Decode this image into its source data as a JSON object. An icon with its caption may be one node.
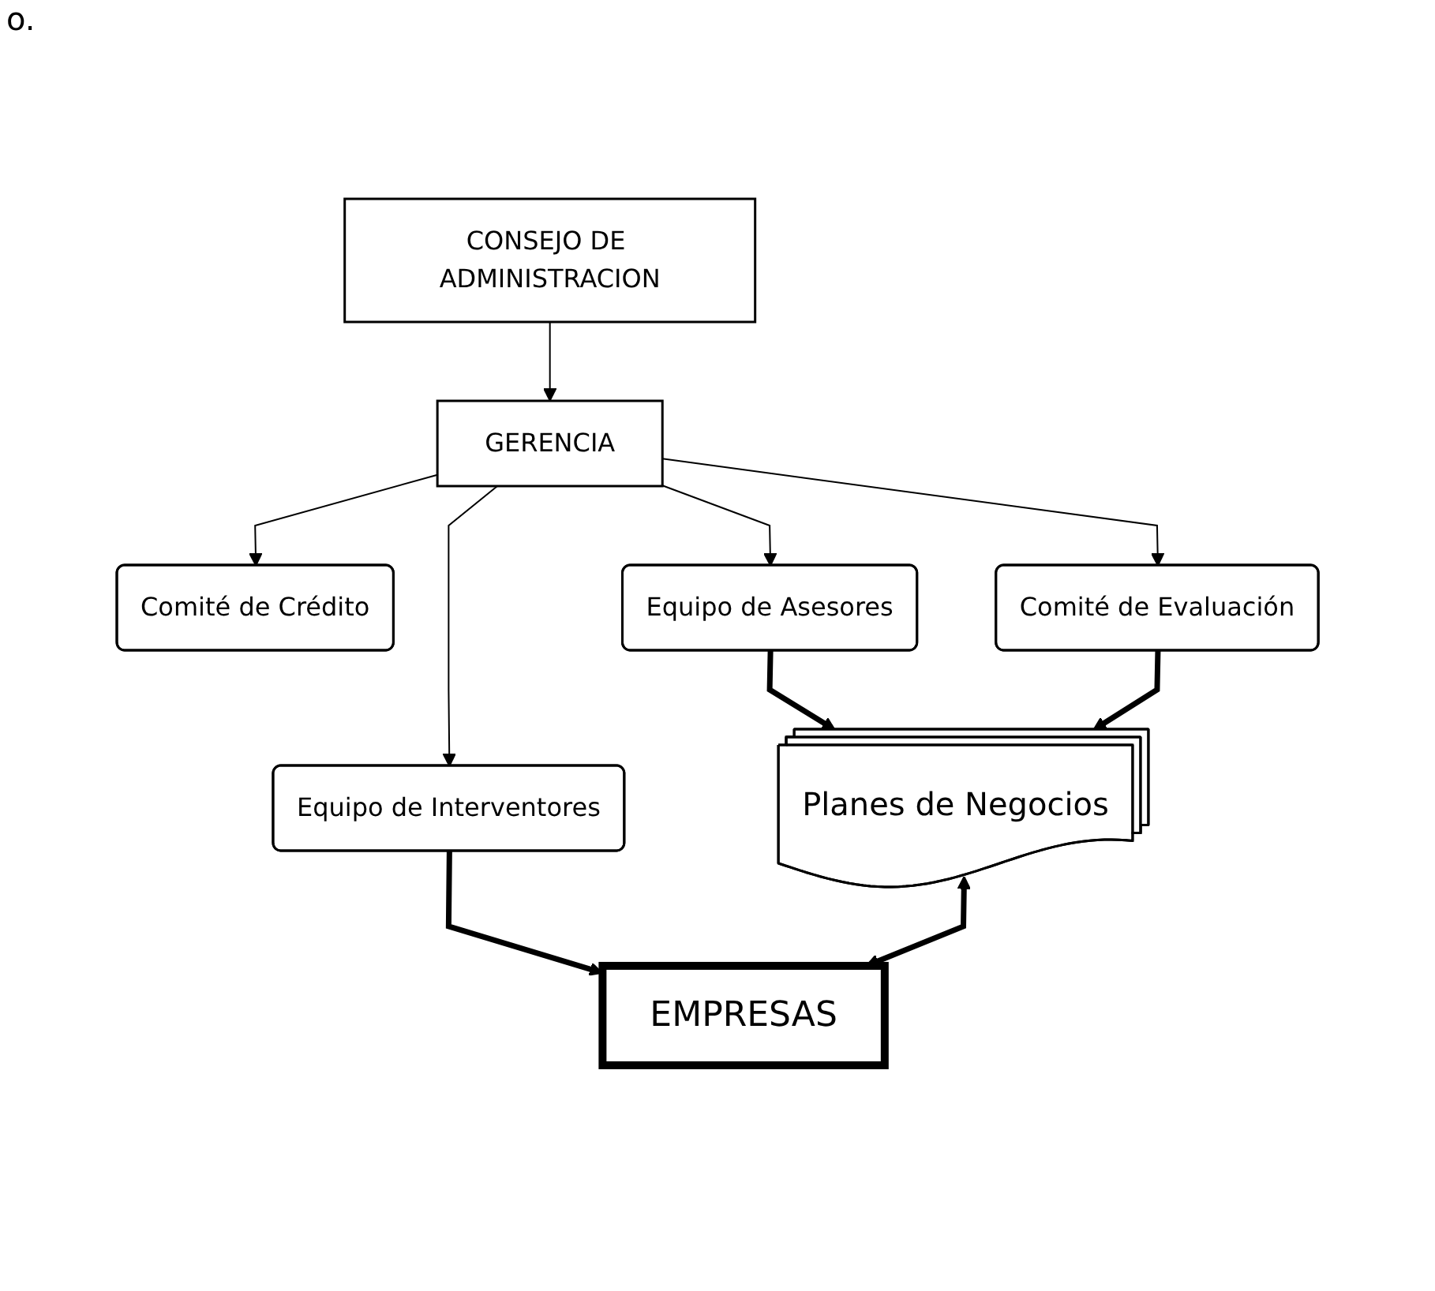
{
  "diagram": {
    "nodes": [
      {
        "text": [
          "CONSEJO DE ADMINISTRACION"
        ]
      },
      {
        "text": [
          "GERENCIA"
        ]
      },
      {
        "text": [
          "Comité de Crédito"
        ]
      },
      {
        "text": [
          "Equipo de Asesores"
        ]
      },
      {
        "text": [
          "Comité de Evaluación"
        ]
      },
      {
        "text": [
          "Equipo de Interventores"
        ]
      },
      {
        "text": [
          "Planes de Negocios"
        ]
      },
      {
        "text": [
          "EMPRESAS"
        ]
      }
    ],
    "edges": [
      {
        "from": 0,
        "to": 1,
        "arrow": "to"
      },
      {
        "from": 1,
        "to": 2,
        "arrow": "to"
      },
      {
        "from": 1,
        "to": 3,
        "arrow": "to"
      },
      {
        "from": 1,
        "to": 4,
        "arrow": "to"
      },
      {
        "from": 1,
        "to": 5,
        "arrow": "to"
      },
      {
        "from": 3,
        "to": 6,
        "arrow": "to",
        "style": "thick"
      },
      {
        "from": 4,
        "to": 6,
        "arrow": "to",
        "style": "thick"
      },
      {
        "from": 5,
        "to": 7,
        "arrow": "to",
        "style": "thick"
      },
      {
        "from": 6,
        "to": 7,
        "arrow": "both",
        "style": "thick"
      }
    ],
    "labels": [
      "o."
    ]
  }
}
